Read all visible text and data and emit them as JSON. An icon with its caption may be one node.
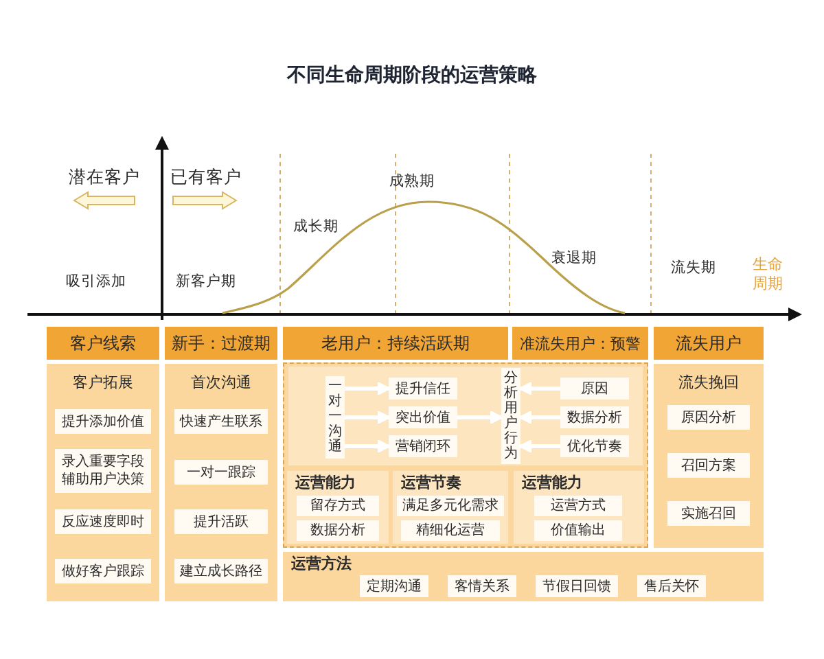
{
  "diagram": {
    "title": "不同生命周期阶段的运营策略",
    "nodes": [
      {
        "text": [
          "客户线索"
        ]
      },
      {
        "text": [
          "新手：过渡期"
        ]
      },
      {
        "text": [
          "老用户：持续活跃期"
        ]
      },
      {
        "text": [
          "准流失用户：预警"
        ]
      },
      {
        "text": [
          "流失用户"
        ]
      },
      {
        "text": [
          "客户拓展"
        ]
      },
      {
        "text": [
          "提升添加价值"
        ],
        "in": 5
      },
      {
        "text": [
          "录入重要字段辅助用户决策"
        ],
        "in": 5
      },
      {
        "text": [
          "反应速度即时"
        ],
        "in": 5
      },
      {
        "text": [
          "做好客户跟踪"
        ],
        "in": 5
      },
      {
        "text": [
          "首次沟通"
        ]
      },
      {
        "text": [
          "快速产生联系"
        ],
        "in": 10
      },
      {
        "text": [
          "一对一跟踪"
        ],
        "in": 10
      },
      {
        "text": [
          "提升活跃"
        ],
        "in": 10
      },
      {
        "text": [
          "建立成长路径"
        ],
        "in": 10
      },
      {
        "text": [],
        "shape": "box"
      },
      {
        "text": [],
        "shape": "box",
        "in": 15
      },
      {
        "text": [
          "一对一沟通"
        ],
        "in": 16
      },
      {
        "text": [
          "提升信任"
        ],
        "in": 16
      },
      {
        "text": [
          "突出价值"
        ],
        "in": 16
      },
      {
        "text": [
          "营销闭环"
        ],
        "in": 16
      },
      {
        "text": [
          "分析用户行为"
        ],
        "in": 16
      },
      {
        "text": [
          "原因"
        ],
        "in": 16
      },
      {
        "text": [
          "数据分析"
        ],
        "in": 16
      },
      {
        "text": [
          "优化节奏"
        ],
        "in": 16
      },
      {
        "text": [
          "运营能力"
        ],
        "in": 15
      },
      {
        "text": [
          "留存方式"
        ],
        "in": 25
      },
      {
        "text": [
          "数据分析"
        ],
        "in": 25
      },
      {
        "text": [
          "运营节奏"
        ],
        "in": 15
      },
      {
        "text": [
          "满足多元化需求"
        ],
        "in": 28
      },
      {
        "text": [
          "精细化运营"
        ],
        "in": 28
      },
      {
        "text": [
          "运营能力"
        ],
        "in": 15
      },
      {
        "text": [
          "运营方式"
        ],
        "in": 31
      },
      {
        "text": [
          "价值输出"
        ],
        "in": 31
      },
      {
        "text": [
          "流失挽回"
        ]
      },
      {
        "text": [
          "原因分析"
        ],
        "in": 34
      },
      {
        "text": [
          "召回方案"
        ],
        "in": 34
      },
      {
        "text": [
          "实施召回"
        ],
        "in": 34
      },
      {
        "text": [
          "运营方法"
        ]
      },
      {
        "text": [
          "定期沟通"
        ],
        "in": 38
      },
      {
        "text": [
          "客情关系"
        ],
        "in": 38
      },
      {
        "text": [
          "节假日回馈"
        ],
        "in": 38
      },
      {
        "text": [
          "售后关怀"
        ],
        "in": 38
      }
    ],
    "edges": [
      {
        "from": 17,
        "to": 18,
        "arrow": "to"
      },
      {
        "from": 17,
        "to": 19,
        "arrow": "to"
      },
      {
        "from": 17,
        "to": 20,
        "arrow": "to"
      },
      {
        "from": 19,
        "to": 21,
        "arrow": "to"
      },
      {
        "from": 22,
        "to": 21,
        "arrow": "to"
      },
      {
        "from": 23,
        "to": 21,
        "arrow": "to"
      },
      {
        "from": 24,
        "to": 21,
        "arrow": "to"
      }
    ],
    "labels": [
      "潜在客户",
      "已有客户",
      "成熟期",
      "成长期",
      "衰退期",
      "流失期",
      "生命周期",
      "吸引添加",
      "新客户期"
    ]
  }
}
